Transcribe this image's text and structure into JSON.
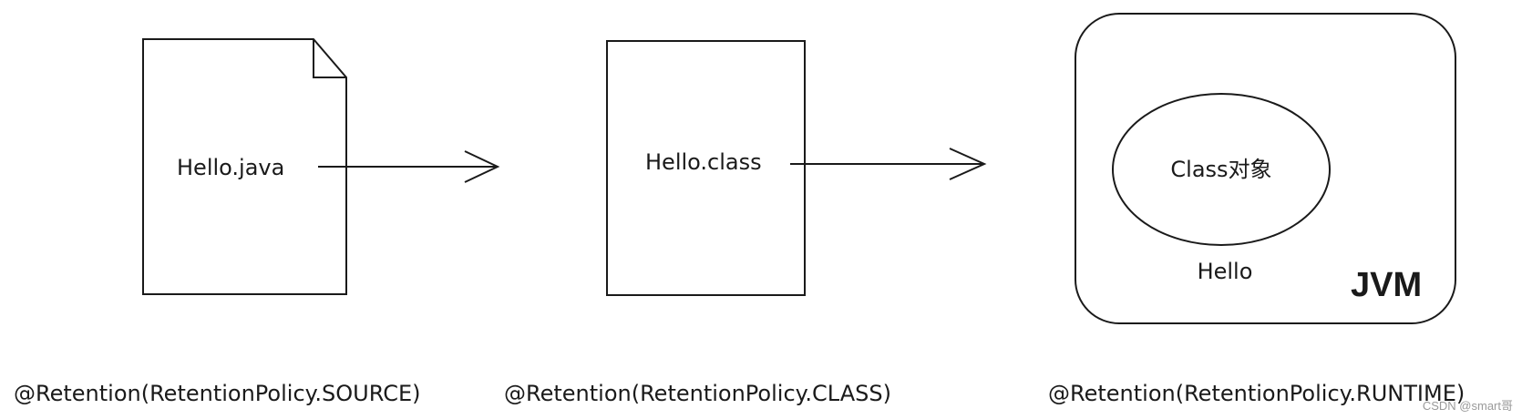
{
  "diagram": {
    "source_file": {
      "label": "Hello.java"
    },
    "class_file": {
      "label": "Hello.class"
    },
    "jvm": {
      "title": "JVM",
      "class_object": "Class对象",
      "class_name": "Hello"
    },
    "annotations": {
      "source": "@Retention(RetentionPolicy.SOURCE)",
      "class": "@Retention(RetentionPolicy.CLASS)",
      "runtime": "@Retention(RetentionPolicy.RUNTIME)"
    },
    "watermark": "CSDN @smart哥"
  }
}
